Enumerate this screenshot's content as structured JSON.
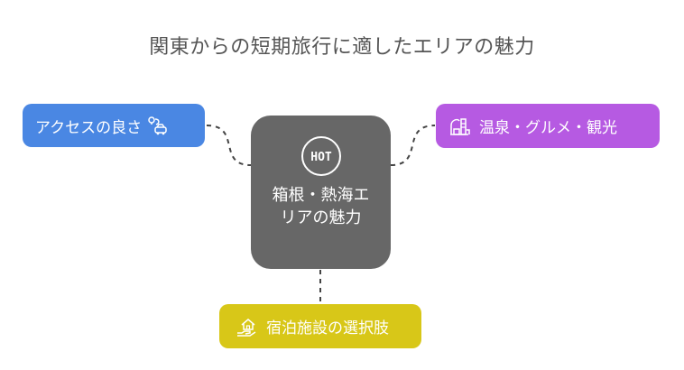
{
  "title": "関東からの短期旅行に適したエリアの魅力",
  "center": {
    "badge": "HOT",
    "label": "箱根・熱海エリアの魅力"
  },
  "nodes": {
    "access": {
      "label": "アクセスの良さ",
      "icon": "car-route-icon",
      "color": "#4a87e3"
    },
    "onsen": {
      "label": "温泉・グルメ・観光",
      "icon": "onsen-building-icon",
      "color": "#b65ae2"
    },
    "lodging": {
      "label": "宿泊施設の選択肢",
      "icon": "house-hand-icon",
      "color": "#d8c718"
    }
  },
  "colors": {
    "center": "#676767",
    "connector": "#444444"
  }
}
